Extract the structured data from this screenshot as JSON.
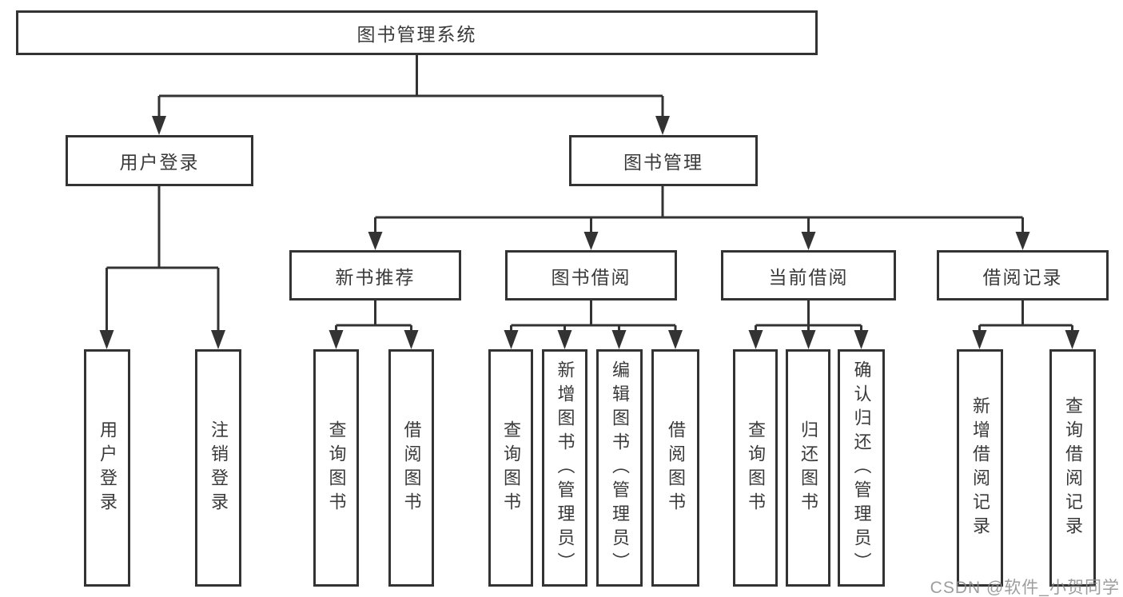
{
  "colors": {
    "line": "#333333",
    "node_border": "#333333",
    "node_background": "#ffffff",
    "text": "#3a3a3a",
    "watermark": "#8c8c8c",
    "background": "#ffffff"
  },
  "watermark": {
    "text": "CSDN @软件_小贺同学"
  },
  "tree": {
    "root": "图书管理系统",
    "branches": [
      {
        "label": "用户登录",
        "children": [
          "用户登录",
          "注销登录"
        ]
      },
      {
        "label": "图书管理",
        "groups": [
          {
            "label": "新书推荐",
            "children": [
              "查询图书",
              "借阅图书"
            ]
          },
          {
            "label": "图书借阅",
            "children": [
              "查询图书",
              "新增图书（管理员）",
              "编辑图书（管理员）",
              "借阅图书"
            ]
          },
          {
            "label": "当前借阅",
            "children": [
              "查询图书",
              "归还图书",
              "确认归还（管理员）"
            ]
          },
          {
            "label": "借阅记录",
            "children": [
              "新增借阅记录",
              "查询借阅记录"
            ]
          }
        ]
      }
    ]
  }
}
